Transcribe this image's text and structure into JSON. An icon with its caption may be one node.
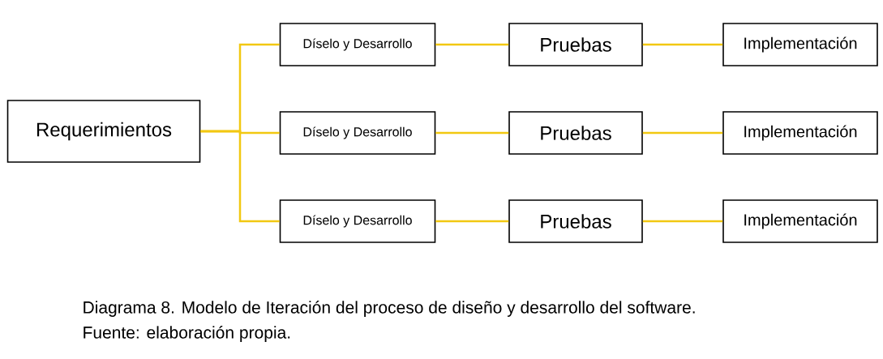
{
  "diagram": {
    "caption": "Diagrama 8. Modelo de Iteración del proceso de diseño y desarrollo del software.",
    "nodes": [
      {
        "text": [
          "Requerimientos"
        ]
      },
      {
        "text": [
          "Díselo y Desarrollo"
        ]
      },
      {
        "text": [
          "Pruebas"
        ]
      },
      {
        "text": [
          "Implementación"
        ]
      },
      {
        "text": [
          "Díselo y Desarrollo"
        ]
      },
      {
        "text": [
          "Pruebas"
        ]
      },
      {
        "text": [
          "Implementación"
        ]
      },
      {
        "text": [
          "Díselo y Desarrollo"
        ]
      },
      {
        "text": [
          "Pruebas"
        ]
      },
      {
        "text": [
          "Implementación"
        ]
      }
    ],
    "edges": [
      {
        "from": 0,
        "to": 1,
        "arrow": "none"
      },
      {
        "from": 0,
        "to": 4,
        "arrow": "none"
      },
      {
        "from": 0,
        "to": 7,
        "arrow": "none"
      },
      {
        "from": 1,
        "to": 2,
        "arrow": "none"
      },
      {
        "from": 2,
        "to": 3,
        "arrow": "none"
      },
      {
        "from": 4,
        "to": 5,
        "arrow": "none"
      },
      {
        "from": 5,
        "to": 6,
        "arrow": "none"
      },
      {
        "from": 7,
        "to": 8,
        "arrow": "none"
      },
      {
        "from": 8,
        "to": 9,
        "arrow": "none"
      }
    ],
    "labels": [
      "Fuente: elaboración propia."
    ]
  }
}
